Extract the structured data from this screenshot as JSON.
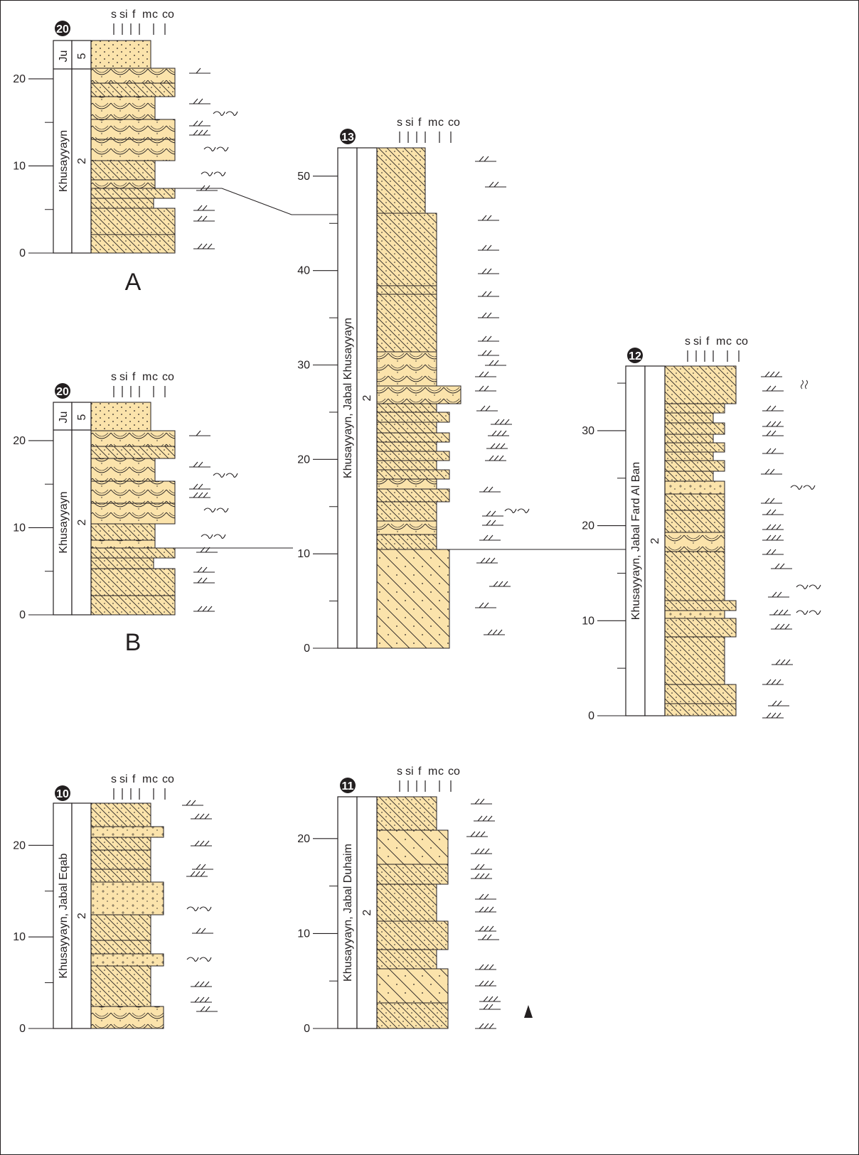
{
  "grain_scale": [
    "s",
    "si",
    "f",
    "m",
    "c",
    "co"
  ],
  "columns": [
    {
      "id": "20A",
      "number": "20",
      "formation": "Khusayyayn",
      "unit": "2",
      "top_formation": "Ju",
      "top_unit": "5",
      "ticks": [
        {
          "label": "0",
          "m": 0
        },
        {
          "label": "10",
          "m": 10
        },
        {
          "label": "20",
          "m": 20
        }
      ],
      "letter": "A"
    },
    {
      "id": "20B",
      "number": "20",
      "formation": "Khusayyayn",
      "unit": "2",
      "top_formation": "Ju",
      "top_unit": "5",
      "ticks": [
        {
          "label": "0",
          "m": 0
        },
        {
          "label": "10",
          "m": 10
        },
        {
          "label": "20",
          "m": 20
        }
      ],
      "letter": "B"
    },
    {
      "id": "13",
      "number": "13",
      "formation": "Khusayyayn, Jabal Khusayyayn",
      "unit": "2",
      "ticks": [
        {
          "label": "0",
          "m": 0
        },
        {
          "label": "10",
          "m": 10
        },
        {
          "label": "20",
          "m": 20
        },
        {
          "label": "30",
          "m": 30
        },
        {
          "label": "40",
          "m": 40
        },
        {
          "label": "50",
          "m": 50
        }
      ]
    },
    {
      "id": "12",
      "number": "12",
      "formation": "Khusayyayn, Jabal Fard Al Ban",
      "unit": "2",
      "ticks": [
        {
          "label": "0",
          "m": 0
        },
        {
          "label": "10",
          "m": 10
        },
        {
          "label": "20",
          "m": 20
        },
        {
          "label": "30",
          "m": 30
        }
      ]
    },
    {
      "id": "10",
      "number": "10",
      "formation": "Khusayyayn, Jabal Eqab",
      "unit": "2",
      "ticks": [
        {
          "label": "0",
          "m": 0
        },
        {
          "label": "10",
          "m": 10
        },
        {
          "label": "20",
          "m": 20
        }
      ]
    },
    {
      "id": "11",
      "number": "11",
      "formation": "Khusayyayn, Jabal Duhaim",
      "unit": "2",
      "ticks": [
        {
          "label": "0",
          "m": 0
        },
        {
          "label": "10",
          "m": 10
        },
        {
          "label": "20",
          "m": 20
        }
      ]
    }
  ],
  "colors": {
    "sand": "#fbe3ab",
    "line": "#231f20",
    "label_disc": "#231f20"
  },
  "icons": [
    "cross-bedding-icon",
    "ripple-icon",
    "paleocurrent-arrow-icon",
    "wavy-lamination-icon"
  ]
}
